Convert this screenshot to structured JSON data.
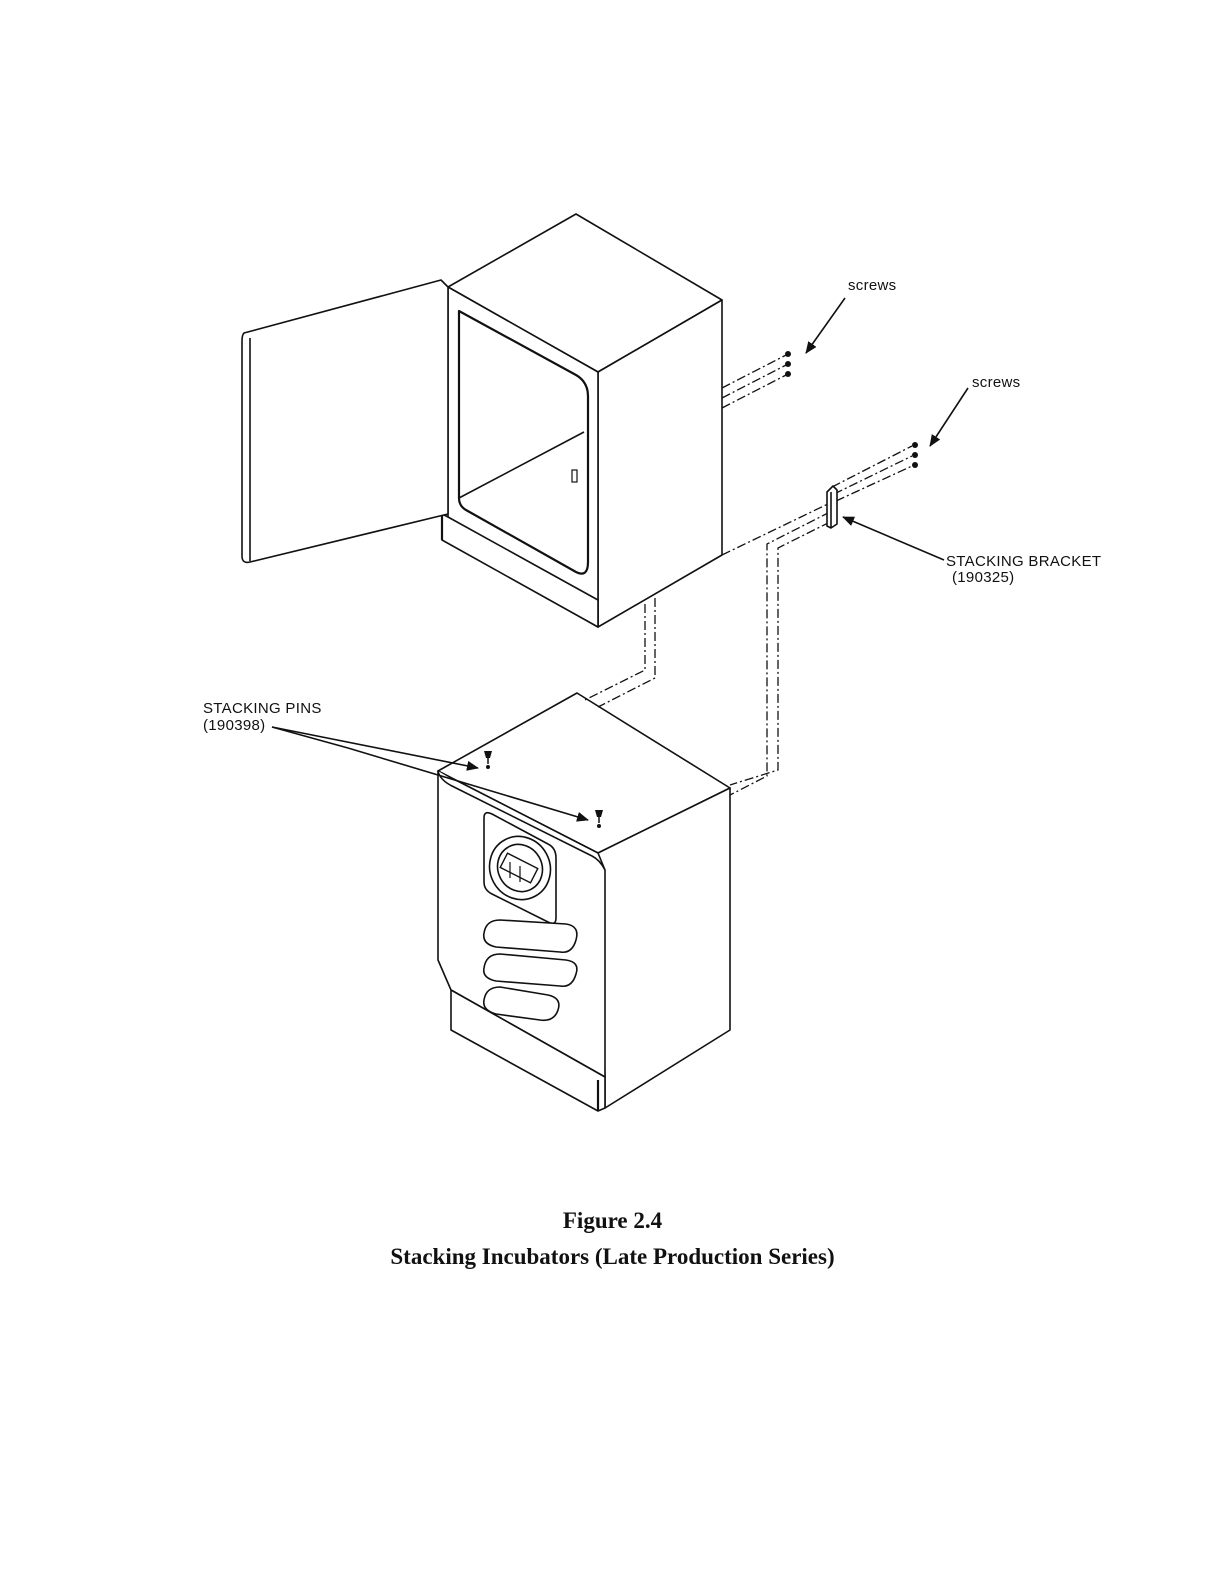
{
  "labels": {
    "screws_upper": "screws",
    "screws_lower": "screws",
    "stacking_bracket": "STACKING BRACKET",
    "stacking_bracket_part": "(190325)",
    "stacking_pins": "STACKING PINS",
    "stacking_pins_part": "(190398)"
  },
  "caption": {
    "number": "Figure 2.4",
    "title": "Stacking Incubators (Late Production Series)"
  }
}
